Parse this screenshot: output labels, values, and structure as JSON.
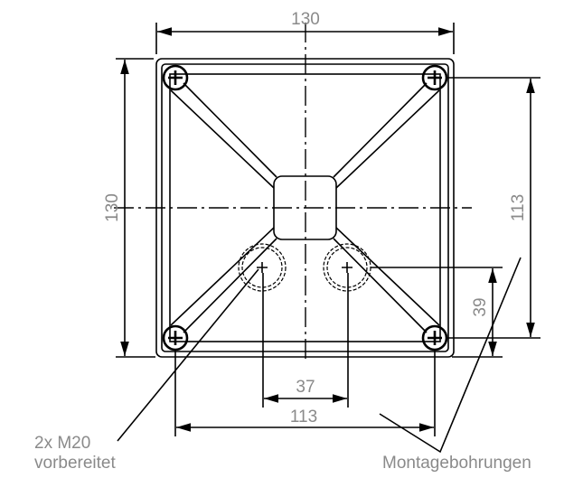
{
  "dimensions": {
    "width_top": "130",
    "height_left": "130",
    "mount_vertical": "113",
    "mount_horizontal": "113",
    "gland_spacing": "37",
    "gland_height": "39"
  },
  "labels": {
    "gland_line1": "2x M20",
    "gland_line2": "vorbereitet",
    "mounting_holes": "Montagebohrungen"
  }
}
